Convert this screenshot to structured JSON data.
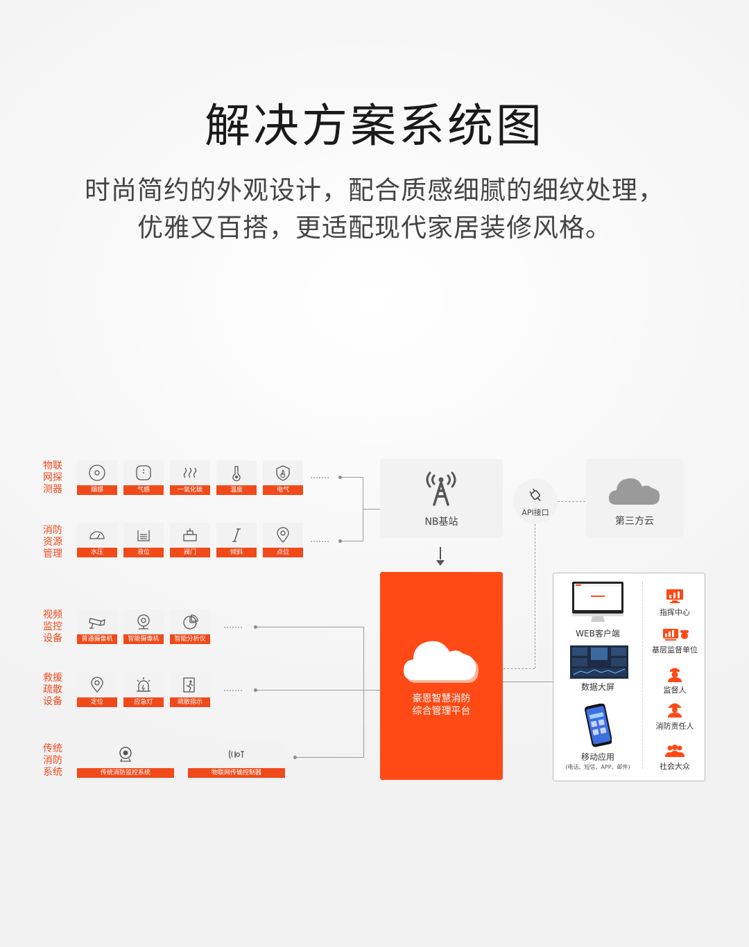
{
  "header": {
    "title": "解决方案系统图",
    "subtitle_line1": "时尚简约的外观设计，配合质感细腻的细纹处理，",
    "subtitle_line2": "优雅又百搭，更适配现代家居装修风格。"
  },
  "groups": [
    {
      "label": "物联网探测器",
      "lines": [
        "物联",
        "网探",
        "测器"
      ],
      "items": [
        {
          "label": "烟感",
          "icon": "smoke-detector-icon"
        },
        {
          "label": "气感",
          "icon": "gas-detector-icon"
        },
        {
          "label": "一氧化碳",
          "icon": "carbon-monoxide-icon"
        },
        {
          "label": "温度",
          "icon": "thermometer-icon"
        },
        {
          "label": "电气",
          "icon": "electrical-fire-icon"
        }
      ]
    },
    {
      "label": "消防资源管理",
      "lines": [
        "消防",
        "资源",
        "管理"
      ],
      "items": [
        {
          "label": "水压",
          "icon": "pressure-gauge-icon"
        },
        {
          "label": "液位",
          "icon": "liquid-level-icon"
        },
        {
          "label": "阀门",
          "icon": "valve-icon"
        },
        {
          "label": "倾斜",
          "icon": "tilt-icon"
        },
        {
          "label": "点位",
          "icon": "location-pin-icon"
        }
      ]
    },
    {
      "label": "视频监控设备",
      "lines": [
        "视频",
        "监控",
        "设备"
      ],
      "items": [
        {
          "label": "普通摄像机",
          "icon": "cctv-camera-icon"
        },
        {
          "label": "智能摄像机",
          "icon": "smart-camera-icon"
        },
        {
          "label": "智能分析仪",
          "icon": "pie-analysis-icon"
        }
      ]
    },
    {
      "label": "救援疏散设备",
      "lines": [
        "救援",
        "疏散",
        "设备"
      ],
      "items": [
        {
          "label": "定位",
          "icon": "location-pin-icon"
        },
        {
          "label": "应急灯",
          "icon": "emergency-light-icon"
        },
        {
          "label": "疏散指示",
          "icon": "exit-sign-icon"
        }
      ]
    },
    {
      "label": "传统消防系统",
      "lines": [
        "传统",
        "消防",
        "系统"
      ],
      "items": [
        {
          "label": "传统消防监控系统",
          "icon": "webcam-icon"
        },
        {
          "label": "物联网传输控制器",
          "icon": "iot-controller-icon"
        }
      ]
    }
  ],
  "nb_station": {
    "label": "NB基站",
    "icon": "antenna-tower-icon"
  },
  "api": {
    "label": "API接口",
    "icon": "plug-icon"
  },
  "third_cloud": {
    "label": "第三方云",
    "icon": "cloud-icon"
  },
  "platform": {
    "line1": "豪恩智慧消防",
    "line2": "综合管理平台",
    "icon": "cloud-icon"
  },
  "clients": {
    "web": "WEB客户端",
    "screen": "数据大屏",
    "mobile": "移动应用",
    "mobile_note": "(电话、短信、APP、邮件)",
    "roles": [
      {
        "label": "指挥中心",
        "icon": "command-center-icon"
      },
      {
        "label": "基层监督单位",
        "icon": "supervision-unit-icon"
      },
      {
        "label": "监督人",
        "icon": "supervisor-icon"
      },
      {
        "label": "消防责任人",
        "icon": "fire-officer-icon"
      },
      {
        "label": "社会大众",
        "icon": "public-group-icon"
      }
    ]
  },
  "colors": {
    "accent": "#ff4a16",
    "label": "#f04a1b",
    "tile": "#f2f2f2",
    "line": "#9a9a9a"
  }
}
